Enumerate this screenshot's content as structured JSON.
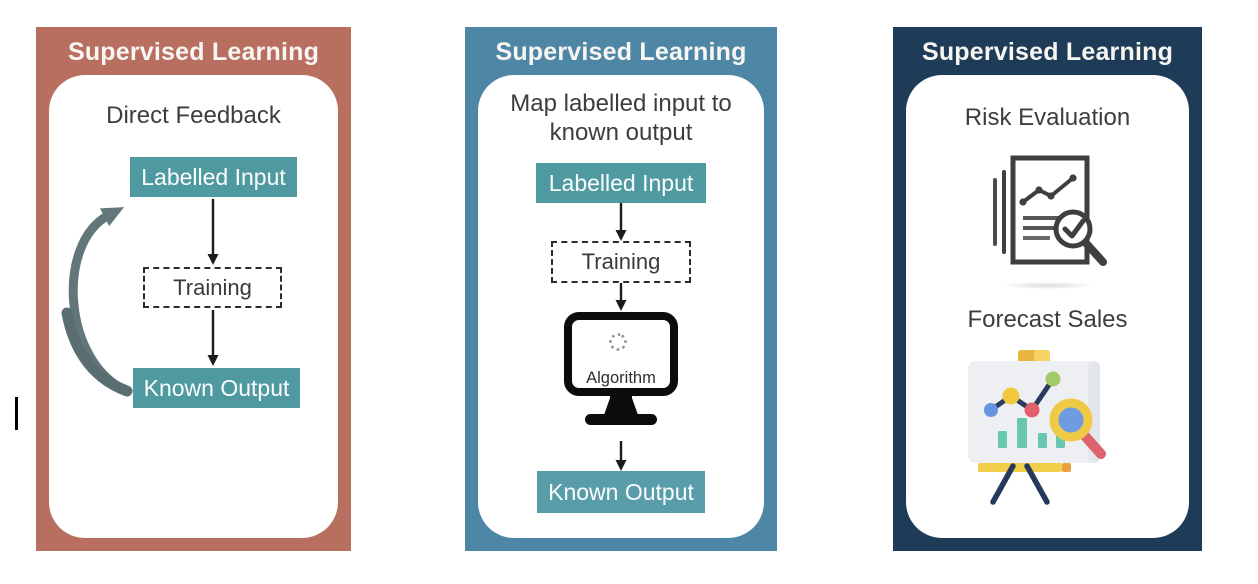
{
  "colors": {
    "panel1_bg": "#b96f5f",
    "panel2_bg": "#4e86a6",
    "panel3_bg": "#1e3c58",
    "node_teal": "#4f99a1",
    "node_teal_light": "#5a9daa",
    "loop_arrow_gray": "#63767a",
    "title_text": "#f7f6f3",
    "body_text": "#3d3d3d",
    "easel_bar_teal": "#68c7b0",
    "magnifier_yellow": "#f0ca45",
    "magnifier_lens_blue": "#6f9be0",
    "magnifier_handle_red": "#dd6370"
  },
  "panels": [
    {
      "title": "Supervised Learning",
      "heading": "Direct Feedback",
      "nodes": {
        "input": "Labelled Input",
        "training": "Training",
        "output": "Known Output"
      }
    },
    {
      "title": "Supervised Learning",
      "heading_lines": [
        "Map labelled input to",
        "known output"
      ],
      "nodes": {
        "input": "Labelled Input",
        "training": "Training",
        "algorithm": "Algorithm",
        "output": "Known Output"
      }
    },
    {
      "title": "Supervised Learning",
      "use_cases": [
        {
          "heading": "Risk Evaluation",
          "icon": "report-check-magnifier-icon"
        },
        {
          "heading": "Forecast Sales",
          "icon": "presentation-chart-magnifier-icon"
        }
      ]
    }
  ]
}
